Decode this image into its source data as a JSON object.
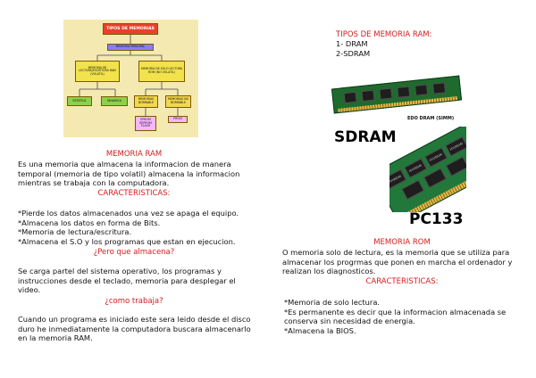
{
  "diagram": {
    "title": "TIPOS DE MEMORIAS",
    "memoria_principal": "MEMORIA PRINCIPAL",
    "ram_box": "MEMORIA DE LECTURA/ESCRITURA RAM (VOLATIL)",
    "rom_box": "MEMORIA DE SOLO LECTURA ROM (NO VOLATIL)",
    "estatica": "ESTATICA",
    "dinamica": "DINAMICA",
    "borrable": "MEMORIAS BORRABLE",
    "no_borrable": "MEMORIAS NO BORRABLE",
    "eprom": "EPROM EEPROM FLASH",
    "prom": "PROM"
  },
  "left": {
    "ram_heading": "MEMORIA RAM",
    "ram_intro": [
      "Es una memoria que almacena la informacion de manera",
      "temporal (memoria de tipo volatil) almacena la informacion",
      "mientras se trabaja con la computadora."
    ],
    "caracteristicas_heading": "CARACTERISTICAS:",
    "bullets": [
      "*Pierde los datos almacenados una vez se apaga el equipo.",
      "*Almacena los datos en forma de Bits.",
      "*Memoria de lectura/escritura.",
      "*Almacena el S.O y los programas que estan en ejecucion."
    ],
    "pero_heading": "¿Pero que almacena?",
    "pero_text": [
      "Se carga partel del sistema operativo, los programas y",
      "instrucciones desde el teclado, memoria para desplegar el",
      "video."
    ],
    "como_heading": "¿como trabaja?",
    "como_text": [
      "Cuando un programa es iniciado este sera leido desde el disco",
      "duro he inmediatamente  la computadora buscara almacenarlo",
      "en la memoria RAM."
    ]
  },
  "right": {
    "tipos_heading": "TIPOS DE MEMORIA RAM:",
    "tipos": [
      "1- DRAM",
      "2-SDRAM"
    ],
    "edo_caption": "EDO DRAM (SIMM)",
    "sdram_label": "SDRAM",
    "pc133_label": "PC133",
    "chip_brand": "HYUNDAI",
    "rom_heading": "MEMORIA ROM",
    "rom_intro": [
      "O memoria solo de lectura, es la memoria que se utiliza para",
      "almacenar los progrmas que ponen en marcha el ordenador y",
      "realizan los diagnosticos."
    ],
    "caracteristicas_heading": "CARACTERISTICAS:",
    "bullets": [
      "*Memoria de solo lectura.",
      "*Es permanente es decir que la informacion almacenada se",
      "conserva sin necesidad de energia.",
      "*Almacena la BIOS."
    ]
  },
  "colors": {
    "heading_red": "#d01e1e",
    "diagram_bg": "#f5e9b2",
    "title_box": "#e8412b"
  }
}
